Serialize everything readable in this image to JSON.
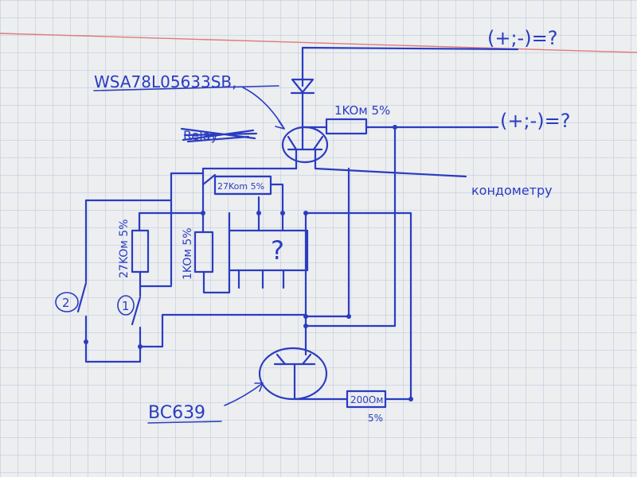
{
  "diagram": {
    "labels": {
      "ic_part": "WSA78L05633SB,",
      "r_top": "1KOм 5%",
      "out_top": "(+;-)=?",
      "out_mid": "(+;-)=?",
      "to_meter": "кондометру",
      "r_27_small": "27Kom 5%",
      "r_27_vert": "27KOм 5%",
      "r_1k_vert": "1KOм 5%",
      "unknown_chip": "?",
      "switch2": "2",
      "switch1": "1",
      "transistor": "BC639",
      "r_200": "200Oм",
      "r_200_tol": "5%"
    }
  },
  "colors": {
    "ink": "#2b3cc0",
    "paper": "#eceef0",
    "grid": "#b8c4d8",
    "margin_line": "#e07a7a"
  }
}
